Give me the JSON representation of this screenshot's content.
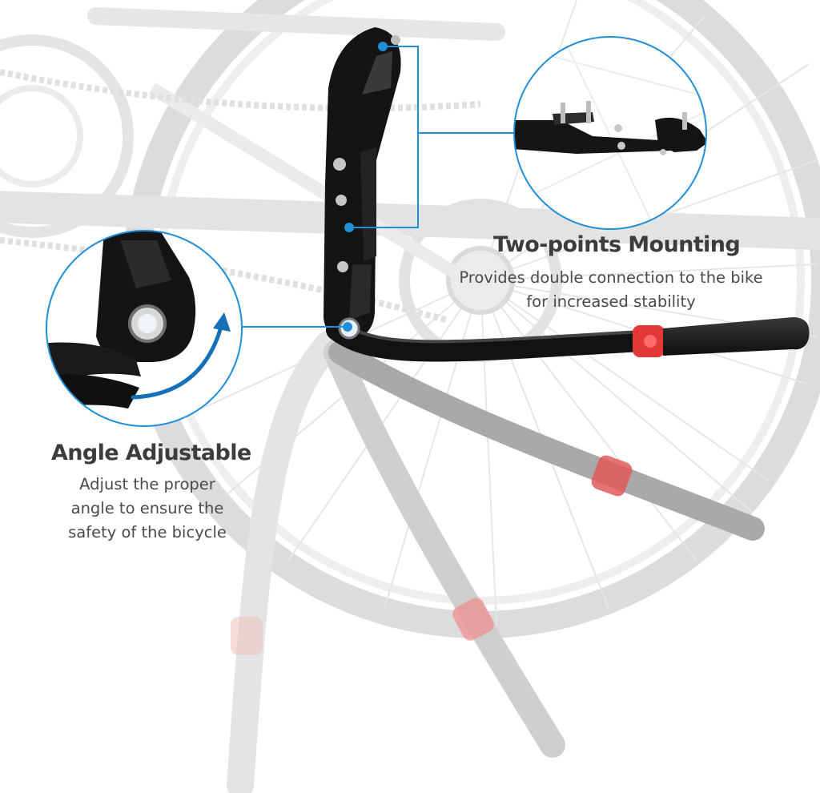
{
  "features": {
    "mounting": {
      "title": "Two-points Mounting",
      "description_lines": [
        "Provides double connection to the bike",
        "for increased stability"
      ]
    },
    "angle": {
      "title": "Angle Adjustable",
      "description_lines": [
        "Adjust the proper",
        "angle to ensure the",
        "safety of the bicycle"
      ]
    }
  },
  "colors": {
    "callout_accent": "#1e8fd8",
    "arrow": "#1670b8",
    "stand_black": "#151515",
    "end_cap_red": "#e03a3a",
    "ghost_gray": "#d4d4d4",
    "title_text": "#3c3c3c",
    "desc_text": "#4a4a4a"
  },
  "icons": [
    "rotation-arrow-icon",
    "callout-dot-icon"
  ]
}
